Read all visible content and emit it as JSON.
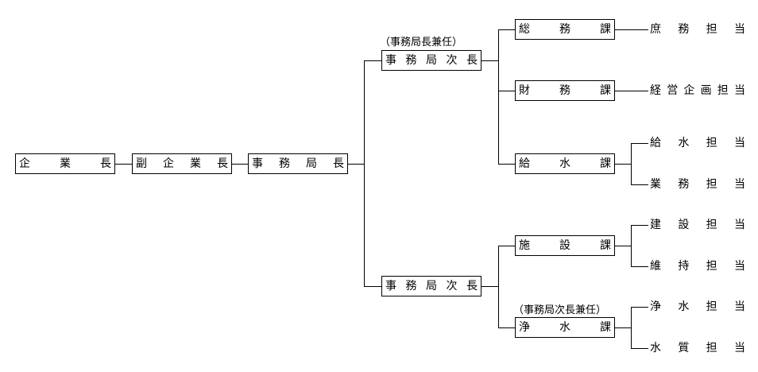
{
  "boxes": {
    "kigyocho": "企業長",
    "fuku_kigyocho": "副企業長",
    "jimukyokucho": "事務局長",
    "jimukyoku_jicho_1": "事務局次長",
    "jimukyoku_jicho_2": "事務局次長",
    "somuka": "総務課",
    "zaimuka": "財務課",
    "kyusuika": "給水課",
    "shisetsuka": "施設課",
    "josuika": "浄水課"
  },
  "notes": {
    "jicho_1_concurrent": "（事務局長兼任）",
    "josuika_concurrent": "（事務局次長兼任）"
  },
  "leaves": {
    "shomu": "庶務担当",
    "keiei_kikaku": "経営企画担当",
    "kyusui": "給水担当",
    "gyomu": "業務担当",
    "kensetsu": "建設担当",
    "iji": "維持担当",
    "josui": "浄水担当",
    "suishitsu": "水質担当"
  }
}
